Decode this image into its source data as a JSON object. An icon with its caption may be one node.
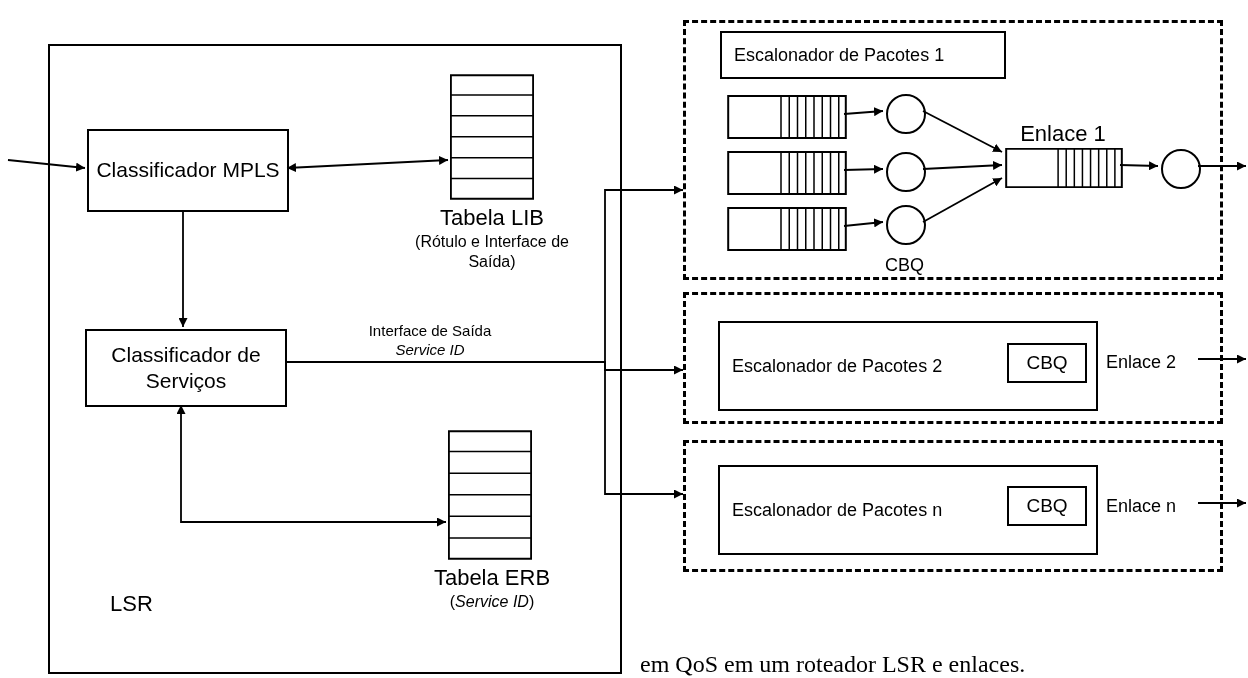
{
  "diagram": {
    "caption": "em QoS em um roteador LSR e enlaces.",
    "nodes": [
      {
        "text": [
          "LSR"
        ]
      },
      {
        "text": [
          "Classificador MPLS"
        ],
        "in": 0
      },
      {
        "text": [],
        "shape": "box",
        "in": 0,
        "beside": [
          "Tabela LIB",
          "(Rótulo e Interface de Saída)"
        ]
      },
      {
        "text": [
          "Classificador de Serviços"
        ],
        "in": 0
      },
      {
        "text": [],
        "shape": "box",
        "in": 0,
        "beside": [
          "Tabela ERB",
          "(*Service ID*)"
        ]
      },
      {
        "text": [],
        "shape": "box"
      },
      {
        "text": [
          "Escalonador de Pacotes 1"
        ],
        "in": 5
      },
      {
        "text": [],
        "shape": "box",
        "in": 5
      },
      {
        "text": [],
        "shape": "box",
        "in": 5
      },
      {
        "text": [],
        "shape": "box",
        "in": 5
      },
      {
        "text": [],
        "shape": "circle",
        "in": 5
      },
      {
        "text": [],
        "shape": "circle",
        "in": 5
      },
      {
        "text": [],
        "shape": "circle",
        "in": 5
      },
      {
        "text": [],
        "shape": "box",
        "in": 5,
        "beside": [
          "Enlace 1"
        ]
      },
      {
        "text": [],
        "shape": "circle",
        "in": 5
      },
      {
        "text": [],
        "shape": "box"
      },
      {
        "text": [
          "Escalonador de Pacotes 2"
        ],
        "in": 15
      },
      {
        "text": [
          "CBQ"
        ],
        "in": 16
      },
      {
        "text": [
          "Enlace 2"
        ],
        "in": 15
      },
      {
        "text": [],
        "shape": "box"
      },
      {
        "text": [
          "Escalonador de Pacotes n"
        ],
        "in": 19
      },
      {
        "text": [
          "CBQ"
        ],
        "in": 20
      },
      {
        "text": [
          "Enlace n"
        ],
        "in": 19
      }
    ],
    "edges": [
      {
        "from": null,
        "to": 1,
        "arrow": "to"
      },
      {
        "from": 1,
        "to": 2,
        "arrow": "both"
      },
      {
        "from": 1,
        "to": 3,
        "arrow": "to"
      },
      {
        "from": 3,
        "to": 5,
        "arrow": "to",
        "label": "Interface de Saída *Service ID*"
      },
      {
        "from": 3,
        "to": 15,
        "arrow": "to"
      },
      {
        "from": 3,
        "to": 19,
        "arrow": "to"
      },
      {
        "from": 3,
        "to": 4,
        "arrow": "both"
      },
      {
        "from": 7,
        "to": 10,
        "arrow": "to"
      },
      {
        "from": 8,
        "to": 11,
        "arrow": "to"
      },
      {
        "from": 9,
        "to": 12,
        "arrow": "to"
      },
      {
        "from": 10,
        "to": 13,
        "arrow": "to"
      },
      {
        "from": 11,
        "to": 13,
        "arrow": "to"
      },
      {
        "from": 12,
        "to": 13,
        "arrow": "to"
      },
      {
        "from": 13,
        "to": 14,
        "arrow": "to"
      },
      {
        "from": 14,
        "to": null,
        "arrow": "to"
      },
      {
        "from": 18,
        "to": null,
        "arrow": "to"
      },
      {
        "from": 22,
        "to": null,
        "arrow": "to"
      }
    ],
    "labels": [
      "CBQ"
    ]
  }
}
